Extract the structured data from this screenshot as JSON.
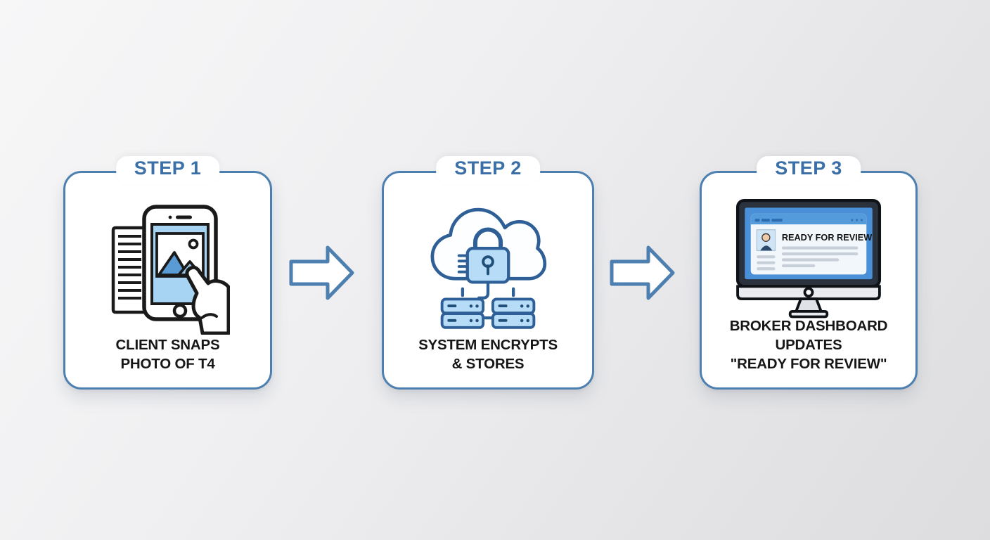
{
  "diagram": {
    "type": "process-flow",
    "steps": [
      {
        "label": "STEP 1",
        "caption_line1": "CLIENT SNAPS",
        "caption_line2": "PHOTO OF T4",
        "icon": "phone-photo-capture-icon"
      },
      {
        "label": "STEP 2",
        "caption_line1": "SYSTEM ENCRYPTS",
        "caption_line2": "& STORES",
        "icon": "cloud-lock-servers-icon"
      },
      {
        "label": "STEP 3",
        "caption_line1": "BROKER DASHBOARD UPDATES",
        "caption_line2": "\"READY FOR REVIEW\"",
        "icon": "broker-dashboard-monitor-icon",
        "screen_title": "READY FOR REVIEW"
      }
    ],
    "arrows": [
      {
        "name": "arrow-step1-to-step2",
        "direction": "right"
      },
      {
        "name": "arrow-step2-to-step3",
        "direction": "right"
      }
    ],
    "colors": {
      "card_border": "#4d80b0",
      "step_label_text": "#3a6fa8",
      "caption_text": "#161616",
      "icon_stroke_blue": "#2e5f96",
      "icon_fill_light_blue": "#aed7f5",
      "monitor_topbar_blue": "#549bdb",
      "background_light": "#f7f7f8",
      "background_dark": "#dddddf"
    }
  }
}
